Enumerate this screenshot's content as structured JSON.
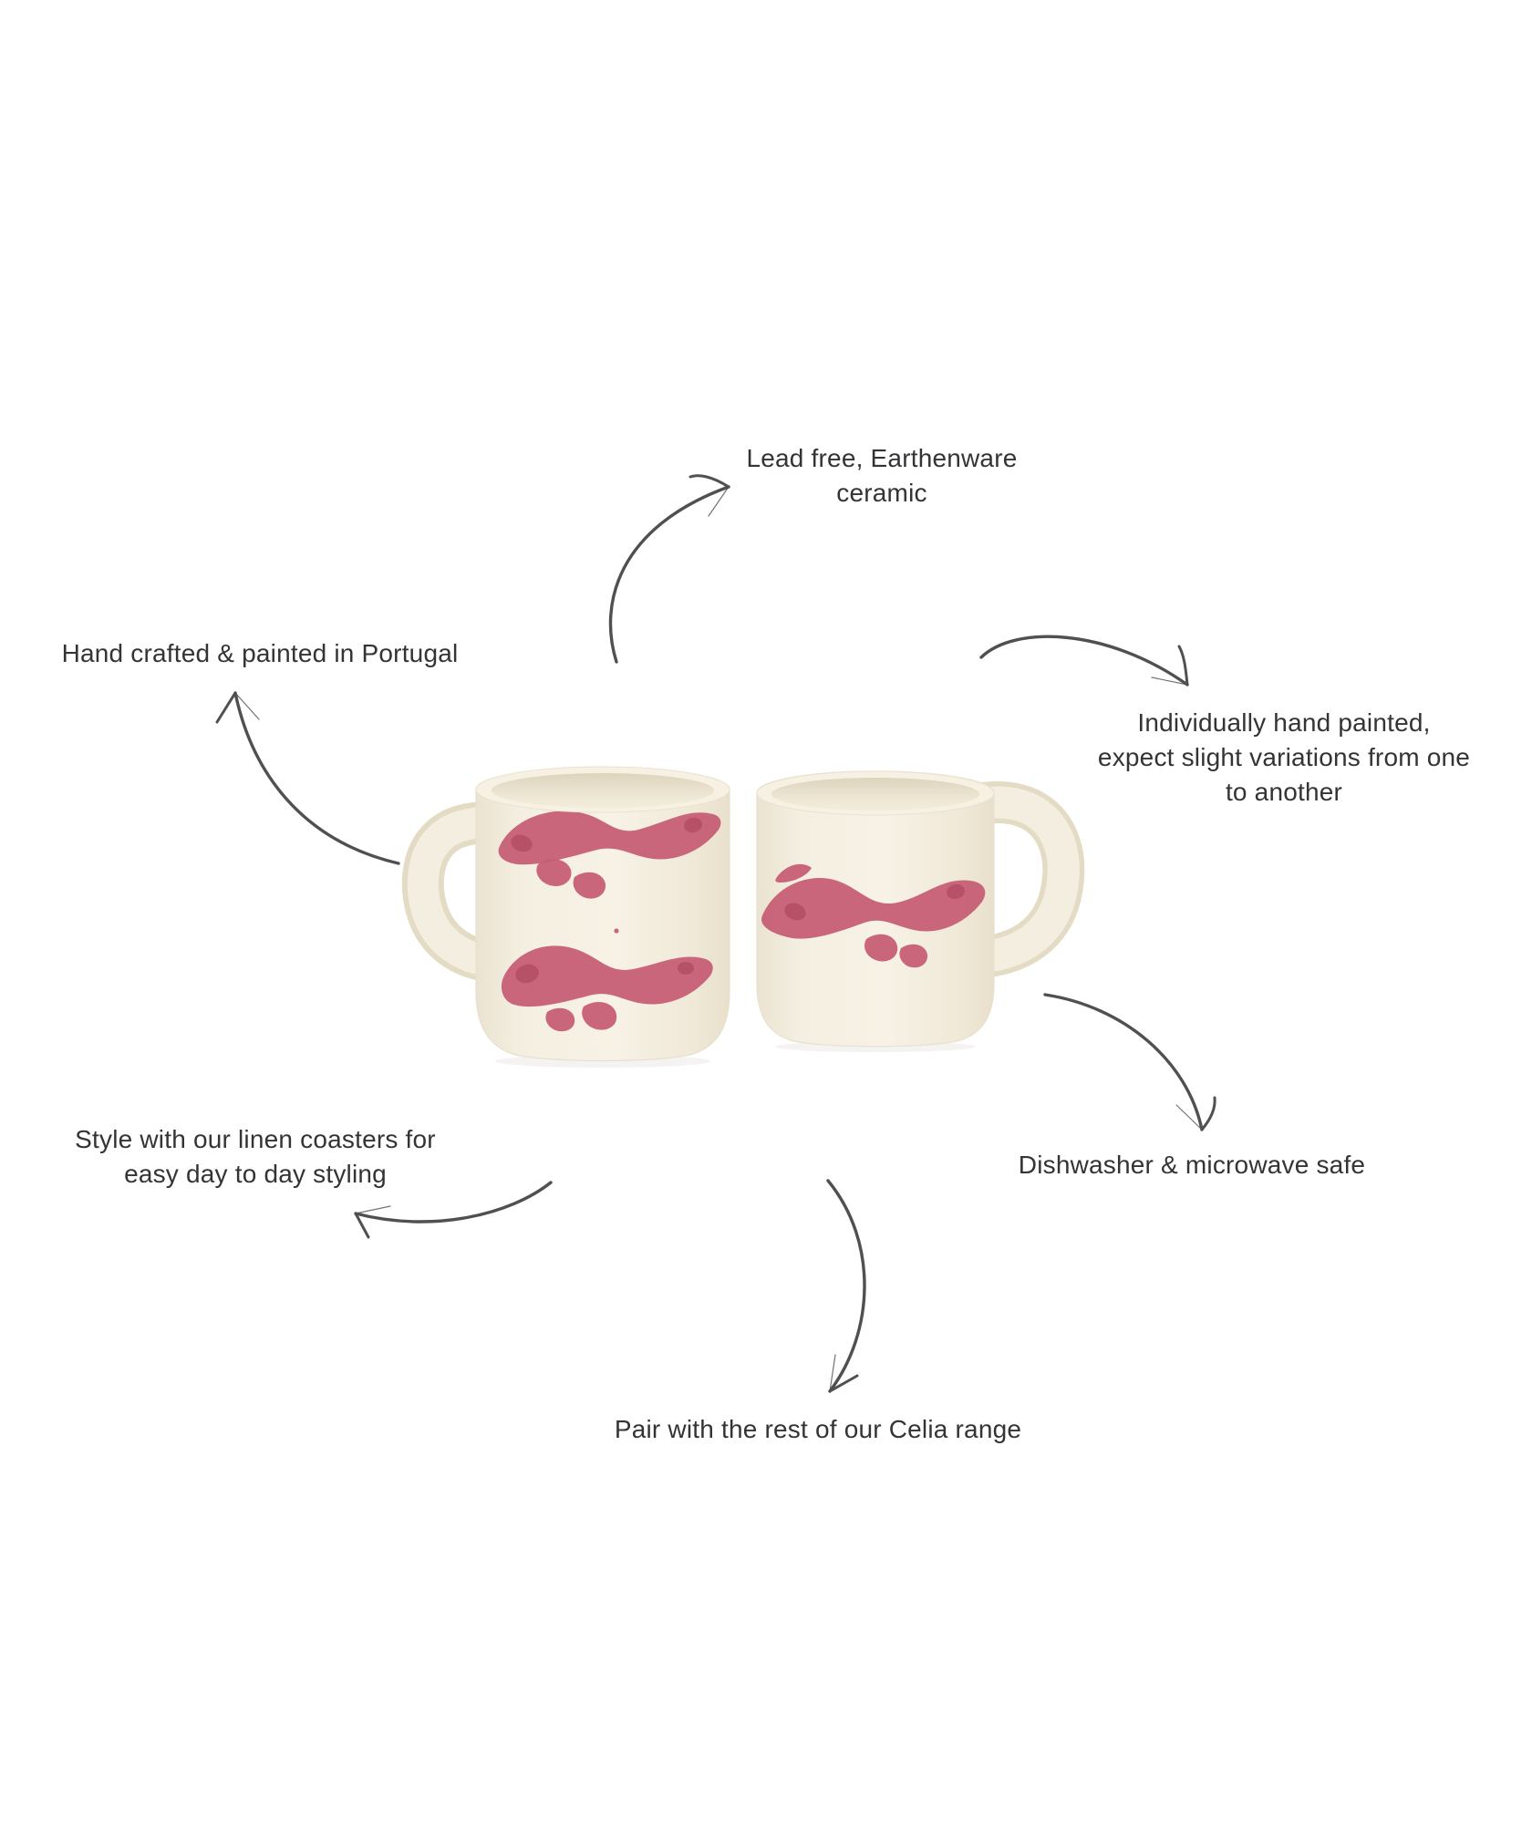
{
  "page": {
    "description": "Product infographic of two hand painted ceramic mugs with six annotated features connected by hand drawn arrows"
  },
  "palette": {
    "text_ink": "#333436",
    "arrow_ink": "#4f5052",
    "ceramic_cream": "#f3eedf",
    "ceramic_shadow": "#e4dbc5",
    "interior_top": "#ddd4bd",
    "interior_bottom": "#efe8d6",
    "paint_pink": "#c65a73",
    "paint_pink_dark": "#a84058",
    "page_bg": "#ffffff"
  },
  "product": {
    "illustration": "two cream earthenware mugs with pink hand painted swirl motifs, handles facing outward"
  },
  "annotations": [
    {
      "id": "lead-free",
      "lines": [
        "Lead free, Earthenware",
        "ceramic"
      ]
    },
    {
      "id": "hand-crafted",
      "lines": [
        "Hand crafted & painted in Portugal"
      ]
    },
    {
      "id": "individually",
      "lines": [
        "Individually hand painted,",
        "expect slight variations from one",
        "to another"
      ]
    },
    {
      "id": "coasters",
      "lines": [
        "Style with our linen coasters for",
        "easy day to day styling"
      ]
    },
    {
      "id": "dishwasher",
      "lines": [
        "Dishwasher & microwave safe"
      ]
    },
    {
      "id": "pair-range",
      "lines": [
        "Pair with the rest of our Celia range"
      ]
    }
  ]
}
